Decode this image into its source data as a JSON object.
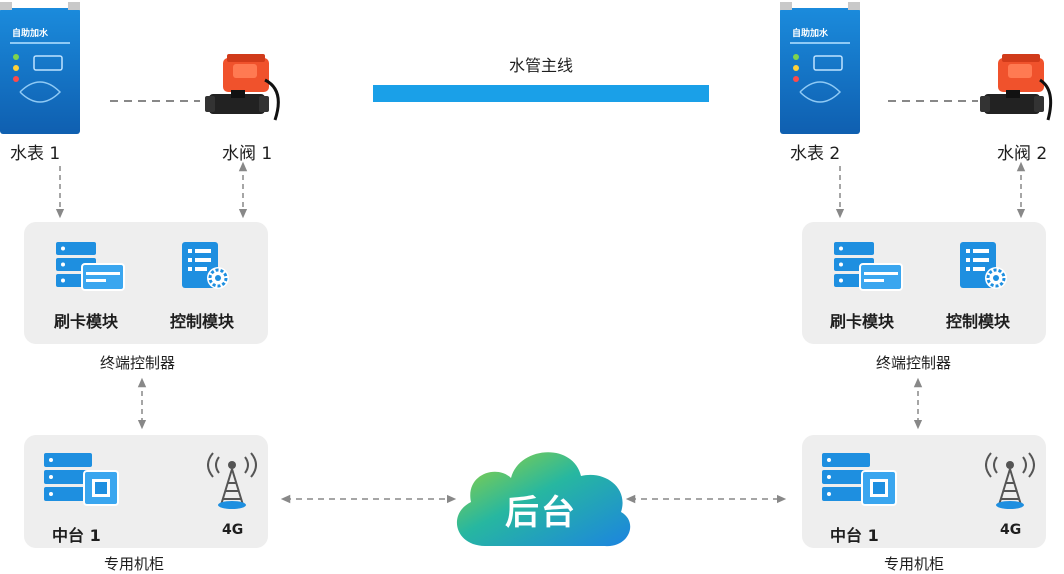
{
  "main_line": {
    "label": "水管主线",
    "color": "#1aa0e8"
  },
  "colors": {
    "icon_blue": "#1e8fe0",
    "panel_gray": "#eeeeee",
    "dashed": "#888888"
  },
  "sites": [
    {
      "meter": {
        "label": "水表 1",
        "panel_text": "自助加水"
      },
      "valve": {
        "label": "水阀 1"
      },
      "controller": {
        "title": "终端控制器",
        "card_module": "刷卡模块",
        "control_module": "控制模块"
      },
      "cabinet": {
        "title": "专用机柜",
        "hub": "中台 1",
        "net": "4G"
      }
    },
    {
      "meter": {
        "label": "水表 2",
        "panel_text": "自助加水"
      },
      "valve": {
        "label": "水阀 2"
      },
      "controller": {
        "title": "终端控制器",
        "card_module": "刷卡模块",
        "control_module": "控制模块"
      },
      "cabinet": {
        "title": "专用机柜",
        "hub": "中台 1",
        "net": "4G"
      }
    }
  ],
  "backend": {
    "label": "后台"
  },
  "icons": [
    "water-meter-icon",
    "water-valve-icon",
    "server-card-icon",
    "server-gear-icon",
    "server-chip-icon",
    "cell-tower-icon",
    "cloud-icon"
  ]
}
